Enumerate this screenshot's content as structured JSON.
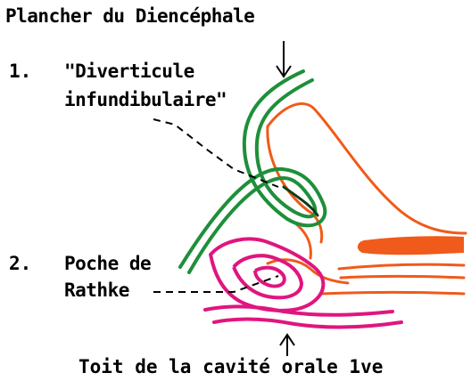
{
  "labels": {
    "floor": "Plancher du Diencéphale",
    "item1_number": "1.",
    "item1_line1": "\"Diverticule",
    "item1_line2": "infundibulaire\"",
    "item2_number": "2.",
    "item2_line1": "Poche de",
    "item2_line2": "Rathke",
    "roof": "Toit de la cavité orale 1ve"
  },
  "colors": {
    "neural_ectoderm": "#1e8f3a",
    "oral_ectoderm": "#e0157f",
    "mesenchyme": "#f05a1a",
    "text": "#000000"
  }
}
